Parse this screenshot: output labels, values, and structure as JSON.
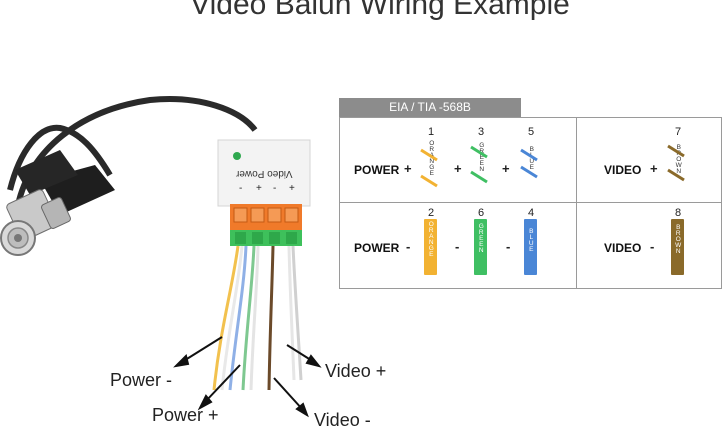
{
  "title": "Video Balun Wiring Example",
  "device": {
    "terminal_label": "Video Power",
    "terminal_signs": [
      "-",
      "+",
      "-",
      "+"
    ]
  },
  "callouts": {
    "power_minus": "Power -",
    "power_plus": "Power +",
    "video_plus": "Video +",
    "video_minus": "Video -"
  },
  "standard": "EIA / TIA  -568B",
  "rows": {
    "top_left_label": "POWER",
    "top_right_label": "VIDEO",
    "bottom_left_label": "POWER",
    "bottom_right_label": "VIDEO",
    "plus": "+",
    "minus": "-"
  },
  "pins": {
    "p1": {
      "num": "1",
      "letters": "ORANGE",
      "color": "#f2b232"
    },
    "p3": {
      "num": "3",
      "letters": "GREEN",
      "color": "#3fbf63"
    },
    "p5": {
      "num": "5",
      "letters": "BLUE",
      "color": "#4a86d6"
    },
    "p7": {
      "num": "7",
      "letters": "BROWN",
      "color": "#8a6a2a"
    },
    "p2": {
      "num": "2",
      "letters": "ORANGE",
      "color": "#f2b232"
    },
    "p6": {
      "num": "6",
      "letters": "GREEN",
      "color": "#3fbf63"
    },
    "p4": {
      "num": "4",
      "letters": "BLUE",
      "color": "#4a86d6"
    },
    "p8": {
      "num": "8",
      "letters": "BROWN",
      "color": "#8a6a2a"
    }
  }
}
